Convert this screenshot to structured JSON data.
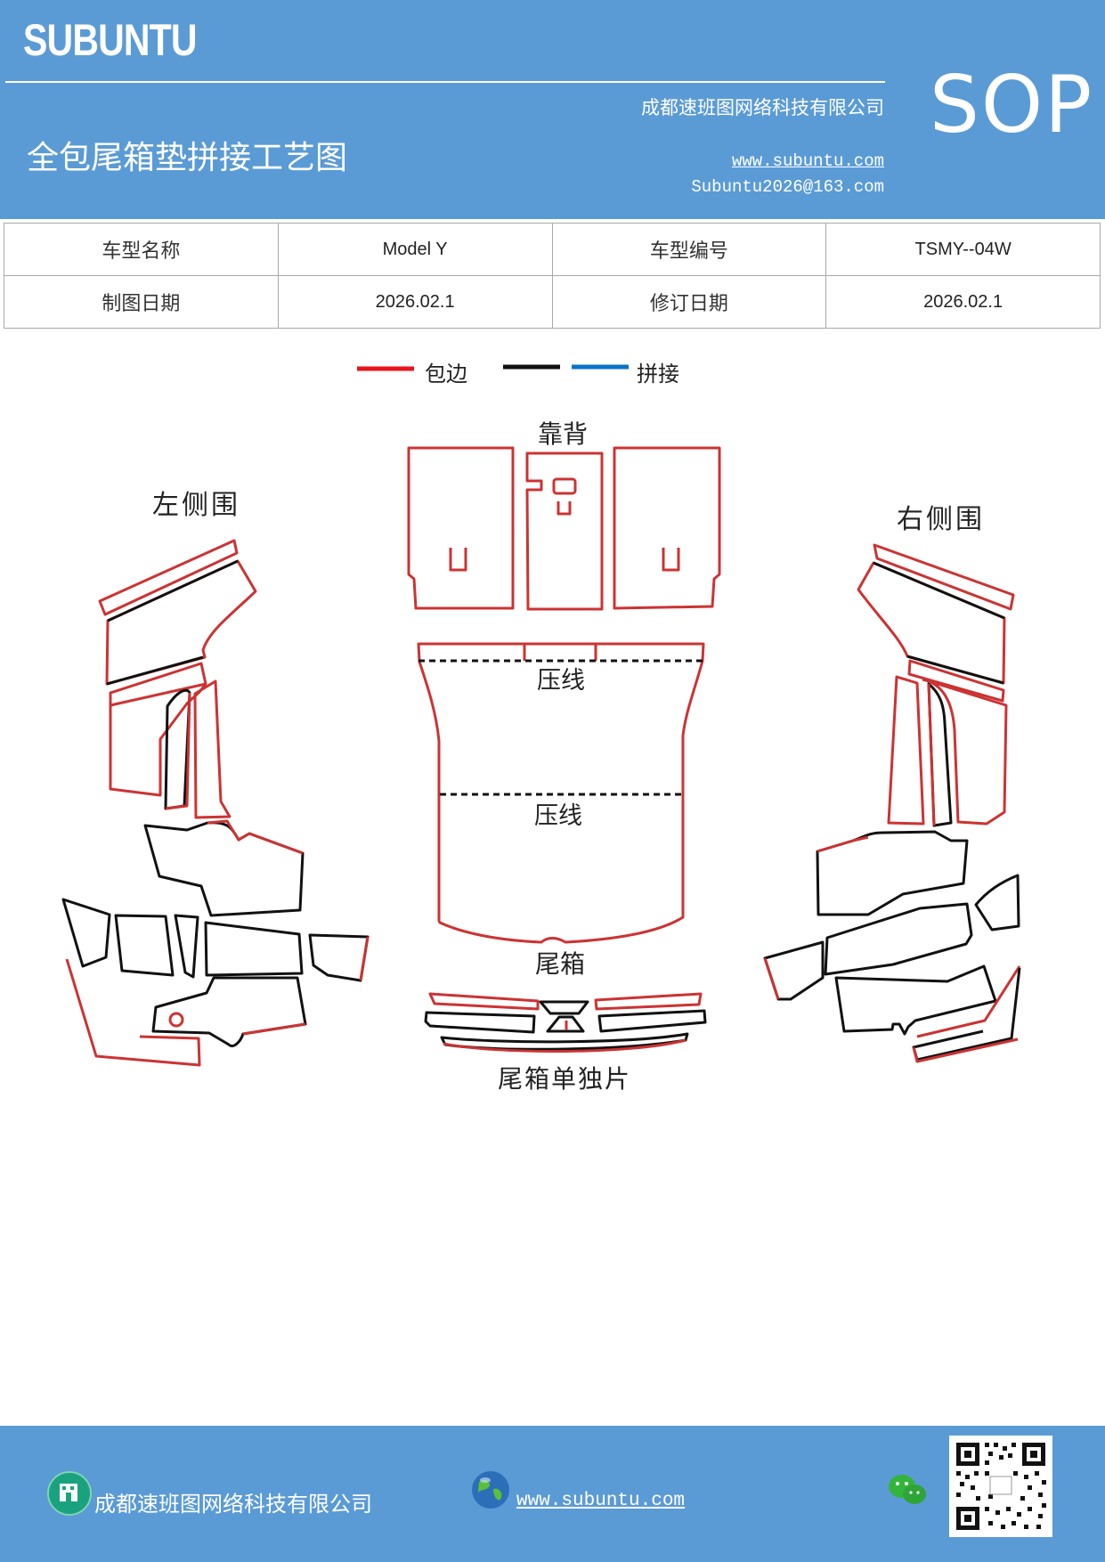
{
  "header": {
    "brand": "SUBUNTU",
    "company": "成都速班图网络科技有限公司",
    "title": "全包尾箱垫拼接工艺图",
    "website": "www.subuntu.com",
    "email": "Subuntu2026@163.com",
    "doc_type": "SOP",
    "background_color": "#5b9bd5"
  },
  "info_table": {
    "rows": [
      [
        "车型名称",
        "Model Y",
        "车型编号",
        "TSMY--04W"
      ],
      [
        "制图日期",
        "2026.02.1",
        "修订日期",
        "2026.02.1"
      ]
    ]
  },
  "legend": {
    "edge_label": "包边",
    "splice_label": "拼接",
    "edge_color": "#e8141b",
    "splice_colors": [
      "#111111",
      "#0b73c7"
    ]
  },
  "diagram": {
    "labels": {
      "backrest": "靠背",
      "left_side": "左侧围",
      "right_side": "右侧围",
      "press_line_1": "压线",
      "press_line_2": "压线",
      "trunk": "尾箱",
      "trunk_single": "尾箱单独片"
    },
    "outline_color": "#cc3333",
    "splice_line_color": "#111111"
  },
  "footer": {
    "company": "成都速班图网络科技有限公司",
    "website": "www.subuntu.com",
    "building_icon": "building-icon",
    "globe_icon": "globe-icon",
    "wechat_icon": "wechat-icon",
    "qr_icon": "qr-code"
  }
}
